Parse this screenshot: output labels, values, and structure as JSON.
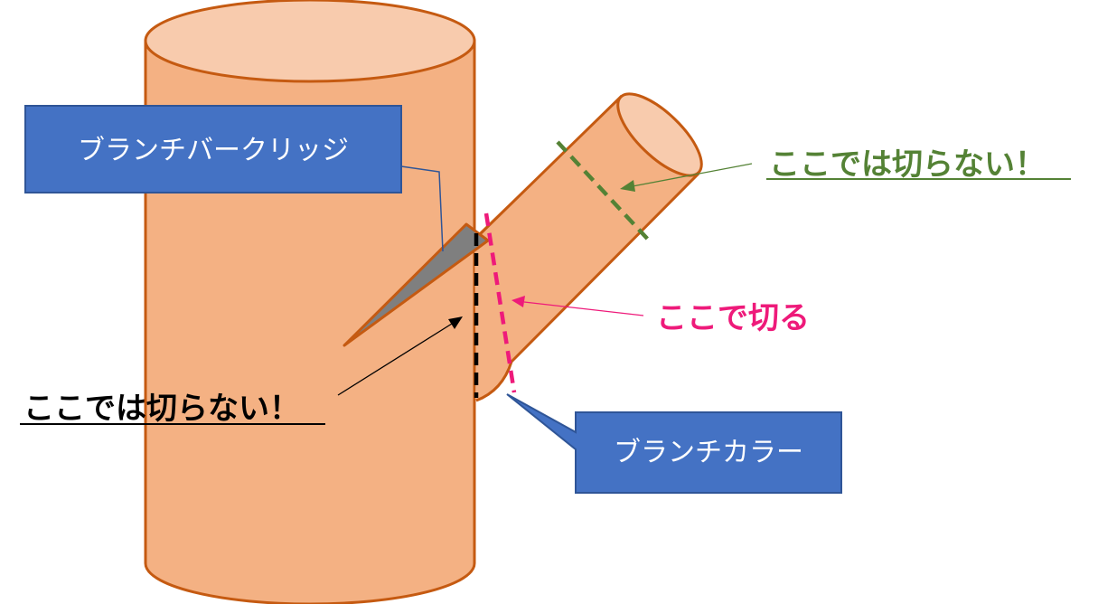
{
  "colors": {
    "trunk_fill": "#f4b183",
    "trunk_top": "#f8cbad",
    "trunk_stroke": "#c55a11",
    "bark_ridge": "#7f7f7f",
    "callout_fill": "#4472c4",
    "callout_stroke": "#2f5597",
    "cut_here": "#ee1a7a",
    "no_cut_green": "#548235",
    "no_cut_black": "#000000"
  },
  "labels": {
    "branch_bark_ridge": "ブランチバークリッジ",
    "branch_collar": "ブランチカラー",
    "cut_here": "ここで切る",
    "no_cut_branch": "ここでは切らない！",
    "no_cut_trunk": "ここでは切らない！"
  }
}
